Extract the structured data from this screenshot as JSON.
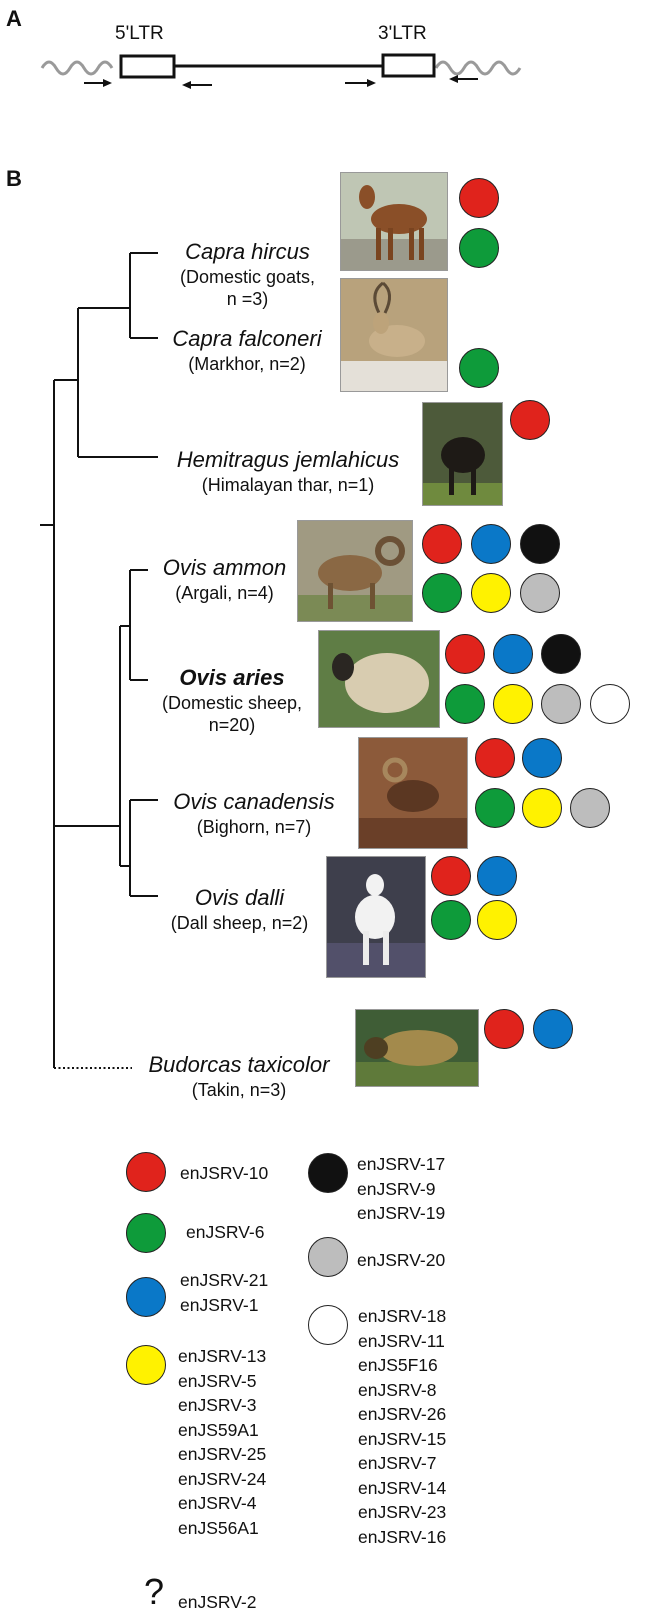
{
  "panels": {
    "a": "A",
    "b": "B"
  },
  "ltr": {
    "left": "5'LTR",
    "right": "3'LTR"
  },
  "colors": {
    "red": "#e0231c",
    "green": "#0e9b3a",
    "blue": "#0a78c8",
    "black": "#111111",
    "yellow": "#fff200",
    "gray": "#bdbdbd",
    "white": "#ffffff"
  },
  "species": [
    {
      "latin": "Capra hircus",
      "common": "(Domestic goats,",
      "common2": "n =3)"
    },
    {
      "latin": "Capra falconeri",
      "common": "(Markhor, n=2)"
    },
    {
      "latin": "Hemitragus jemlahicus",
      "common": "(Himalayan thar, n=1)"
    },
    {
      "latin": "Ovis ammon",
      "common": "(Argali, n=4)"
    },
    {
      "latin": "Ovis aries",
      "common": "(Domestic sheep,",
      "common2": "n=20)"
    },
    {
      "latin": "Ovis canadensis",
      "common": "(Bighorn, n=7)"
    },
    {
      "latin": "Ovis dalli",
      "common": "(Dall sheep, n=2)"
    },
    {
      "latin": "Budorcas taxicolor",
      "common": "(Takin, n=3)"
    }
  ],
  "photos": [
    {
      "name": "domestic-goat-photo",
      "bg": "#8a5a33"
    },
    {
      "name": "markhor-photo",
      "bg": "#b79c74"
    },
    {
      "name": "himalayan-thar-photo",
      "bg": "#3b3a2c"
    },
    {
      "name": "argali-photo",
      "bg": "#8b6d4a"
    },
    {
      "name": "domestic-sheep-photo",
      "bg": "#cdbfa0"
    },
    {
      "name": "bighorn-photo",
      "bg": "#7a4a2c"
    },
    {
      "name": "dall-sheep-photo",
      "bg": "#3b3c48"
    },
    {
      "name": "takin-photo",
      "bg": "#8d7a45"
    }
  ],
  "legend": {
    "red": [
      "enJSRV-10"
    ],
    "green": [
      "enJSRV-6"
    ],
    "blue": [
      "enJSRV-21",
      "enJSRV-1"
    ],
    "yellow": [
      "enJSRV-13",
      "enJSRV-5",
      "enJSRV-3",
      "enJS59A1",
      "enJSRV-25",
      "enJSRV-24",
      "enJSRV-4",
      "enJS56A1"
    ],
    "question_mark": "?",
    "question": [
      "enJSRV-2"
    ],
    "black": [
      "enJSRV-17",
      "enJSRV-9",
      "enJSRV-19"
    ],
    "gray": [
      "enJSRV-20"
    ],
    "white": [
      "enJSRV-18",
      "enJSRV-11",
      "enJS5F16",
      "enJSRV-8",
      "enJSRV-26",
      "enJSRV-15",
      "enJSRV-7",
      "enJSRV-14",
      "enJSRV-23",
      "enJSRV-16"
    ]
  }
}
